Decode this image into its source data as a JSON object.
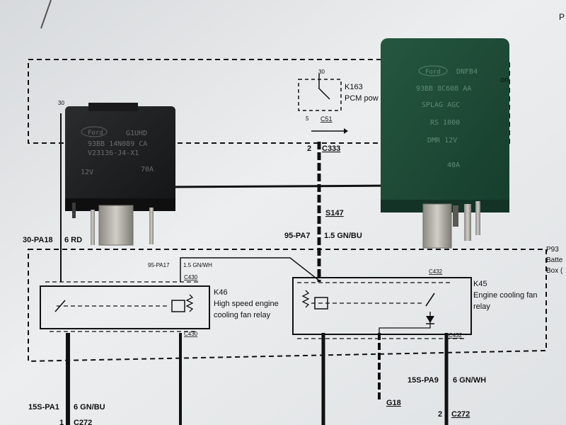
{
  "diagram": {
    "top_left_text": "30-PA18",
    "wire_labels": {
      "w_left_top": "30-PA18",
      "w_left_top_spec": "6 RD",
      "w_center_top": "95-PA7",
      "w_center_top_spec": "1.5 GN/BU",
      "w_center_sub": "95-PA17",
      "w_center_sub_spec": "1.5 GN/WH",
      "w_bottom_left": "15S-PA1",
      "w_bottom_left_spec": "6 GN/BU",
      "w_bottom_right": "15S-PA9",
      "w_bottom_right_spec": "6 GN/WH"
    },
    "pin_labels": {
      "pin30_left": "30",
      "pin30_top": "30",
      "pin5_top": "5",
      "pin2_c333": "2",
      "pin2_c272": "2",
      "pin1_c272": "1"
    },
    "connectors": {
      "c51": "C51",
      "c333": "C333",
      "s147": "S147",
      "c430_top": "C430",
      "c430_bot": "C430",
      "c432_top": "C432",
      "c432_bot": "C432",
      "c272_right": "C272",
      "c272_left": "C272",
      "g18": "G18"
    },
    "components": {
      "k163_id": "K163",
      "k163_name": "PCM pow",
      "k163_name_tail": "on",
      "k46_id": "K46",
      "k46_line1": "High speed engine",
      "k46_line2": "cooling fan relay",
      "k45_id": "K45",
      "k45_line1": "Engine cooling fan",
      "k45_line2": "relay",
      "p93_id": "P93",
      "p93_line1": "Batte",
      "p93_line2": "Box (",
      "corner_p": "P"
    }
  },
  "relays": {
    "black": {
      "brand": "Ford",
      "code": "G1UHD",
      "part": "93BB 14N089 CA",
      "sub": "V23136-J4-X1",
      "voltage": "12V",
      "amps": "70A"
    },
    "green": {
      "brand": "Ford",
      "code": "DNFB4",
      "line1": "93BB 8C608 AA",
      "line2": "SPLAG AGC",
      "line3": "RS 1000",
      "line4": "DMR 12V",
      "line5": "40A"
    }
  },
  "colors": {
    "paper": "#e9ebec",
    "ink": "#101010",
    "relay_black": "#1f2022",
    "relay_green": "#1d4a38",
    "metal": "#a6a49e"
  }
}
